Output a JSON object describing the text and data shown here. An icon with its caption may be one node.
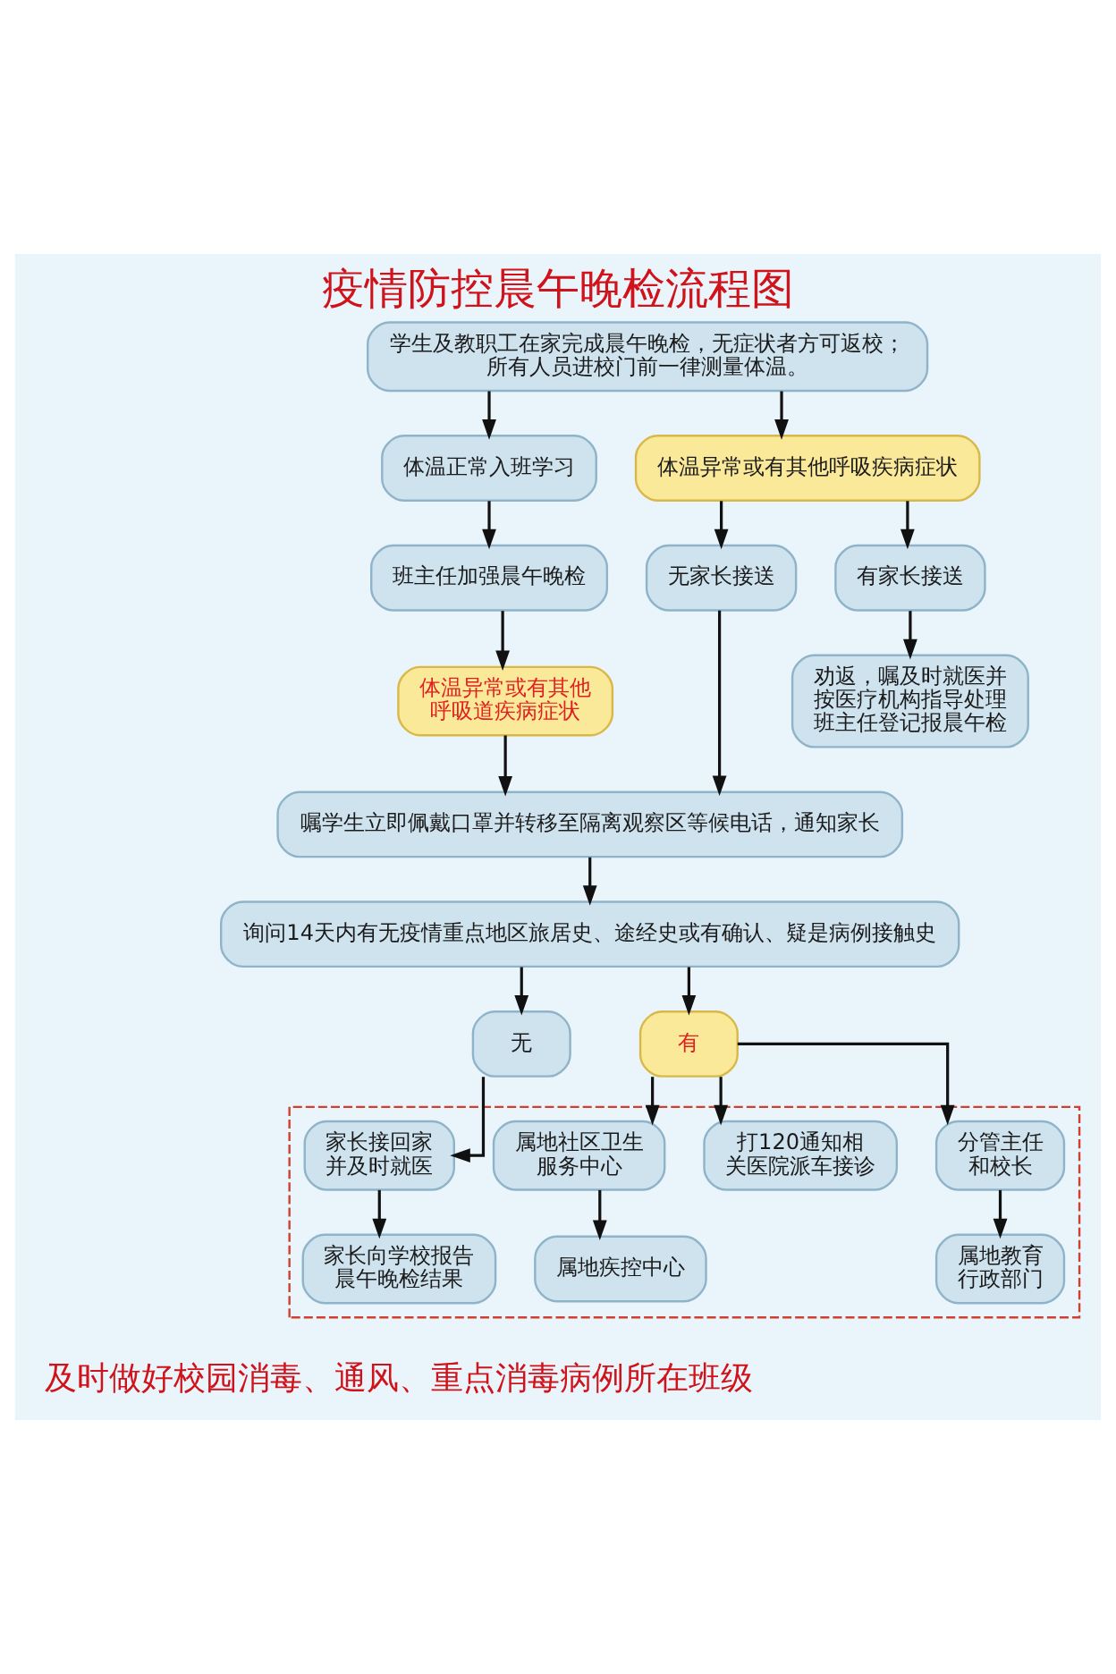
{
  "diagram": {
    "title": "疫情防控晨午晚检流程图",
    "caption": "及时做好校园消毒、通风、重点消毒病例所在班级",
    "nodes": [
      {
        "text": [
          "学生及教职工在家完成晨午晚检，无症状者方可返校；所有人员进校门前一律测量体温。"
        ]
      },
      {
        "text": [
          "体温正常入班学习"
        ]
      },
      {
        "text": [
          "体温异常或有其他呼吸疾病症状"
        ]
      },
      {
        "text": [
          "班主任加强晨午晚检"
        ]
      },
      {
        "text": [
          "无家长接送"
        ]
      },
      {
        "text": [
          "有家长接送"
        ]
      },
      {
        "text": [
          "体温异常或有其他呼吸道疾病症状"
        ]
      },
      {
        "text": [
          "劝返，嘱及时就医并按医疗机构指导处理班主任登记报晨午检"
        ]
      },
      {
        "text": [
          "嘱学生立即佩戴口罩并转移至隔离观察区等候电话，通知家长"
        ]
      },
      {
        "text": [
          "询问14天内有无疫情重点地区旅居史、途经史或有确认、疑是病例接触史"
        ]
      },
      {
        "text": [
          "无"
        ]
      },
      {
        "text": [
          "有"
        ]
      },
      {
        "text": [],
        "shape": "box"
      },
      {
        "text": [
          "家长接回家并及时就医"
        ],
        "in": 12
      },
      {
        "text": [
          "打120通知相关医院派车接诊"
        ],
        "in": 12
      },
      {
        "text": [
          "属地社区卫生服务中心"
        ],
        "in": 12
      },
      {
        "text": [
          "分管主任和校长"
        ],
        "in": 12
      },
      {
        "text": [
          "家长向学校报告晨午晚检结果"
        ],
        "in": 12
      },
      {
        "text": [
          "属地疾控中心"
        ],
        "in": 12
      },
      {
        "text": [
          "属地教育行政部门"
        ],
        "in": 12
      }
    ],
    "edges": [
      {
        "from": 0,
        "to": 1,
        "arrow": "to"
      },
      {
        "from": 0,
        "to": 2,
        "arrow": "to"
      },
      {
        "from": 1,
        "to": 3,
        "arrow": "to"
      },
      {
        "from": 2,
        "to": 4,
        "arrow": "to"
      },
      {
        "from": 2,
        "to": 5,
        "arrow": "to"
      },
      {
        "from": 3,
        "to": 6,
        "arrow": "to"
      },
      {
        "from": 5,
        "to": 7,
        "arrow": "to"
      },
      {
        "from": 6,
        "to": 8,
        "arrow": "to"
      },
      {
        "from": 4,
        "to": 8,
        "arrow": "to"
      },
      {
        "from": 8,
        "to": 9,
        "arrow": "to"
      },
      {
        "from": 9,
        "to": 10,
        "arrow": "to"
      },
      {
        "from": 9,
        "to": 11,
        "arrow": "to"
      },
      {
        "from": 10,
        "to": 13,
        "arrow": "to"
      },
      {
        "from": 11,
        "to": 14,
        "arrow": "to"
      },
      {
        "from": 11,
        "to": 15,
        "arrow": "to"
      },
      {
        "from": 11,
        "to": 16,
        "arrow": "to"
      },
      {
        "from": 13,
        "to": 17,
        "arrow": "to"
      },
      {
        "from": 15,
        "to": 18,
        "arrow": "to"
      },
      {
        "from": 16,
        "to": 19,
        "arrow": "to"
      }
    ]
  }
}
